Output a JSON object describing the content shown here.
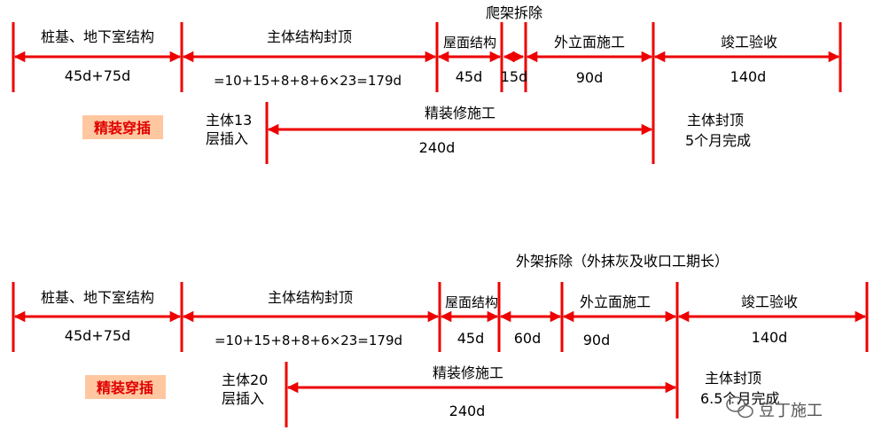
{
  "colors": {
    "line": "#ee0000",
    "badge_bg": "#ffc7a0",
    "badge_text": "#e00000",
    "text": "#000000",
    "watermark": "#555555"
  },
  "top": {
    "phases": [
      {
        "label": "桩基、地下室结构",
        "duration": "45d+75d"
      },
      {
        "label": "主体结构封顶",
        "duration": "=10+15+8+8+6×23=179d"
      },
      {
        "label": "屋面结构",
        "duration": "45d"
      },
      {
        "label": "",
        "duration": "15d"
      },
      {
        "label": "外立面施工",
        "duration": "90d"
      },
      {
        "label": "竣工验收",
        "duration": "140d"
      }
    ],
    "scaffold_label": "爬架拆除",
    "badge": "精装穿插",
    "insert_line1": "主体13",
    "insert_line2": "层插入",
    "finish_label": "精装修施工",
    "finish_duration": "240d",
    "topout_line1": "主体封顶",
    "topout_line2": "5个月完成"
  },
  "bottom": {
    "phases": [
      {
        "label": "桩基、地下室结构",
        "duration": "45d+75d"
      },
      {
        "label": "主体结构封顶",
        "duration": "=10+15+8+8+6×23=179d"
      },
      {
        "label": "屋面结构",
        "duration": "45d"
      },
      {
        "label": "",
        "duration": "60d"
      },
      {
        "label": "外立面施工",
        "duration": "90d"
      },
      {
        "label": "竣工验收",
        "duration": "140d"
      }
    ],
    "scaffold_label": "外架拆除（外抹灰及收口工期长）",
    "badge": "精装穿插",
    "insert_line1": "主体20",
    "insert_line2": "层插入",
    "finish_label": "精装修施工",
    "finish_duration": "240d",
    "topout_line1": "主体封顶",
    "topout_line2": "6.5个月完成"
  },
  "watermark": {
    "icon": "wechat-icon",
    "text": "豆丁施工"
  }
}
